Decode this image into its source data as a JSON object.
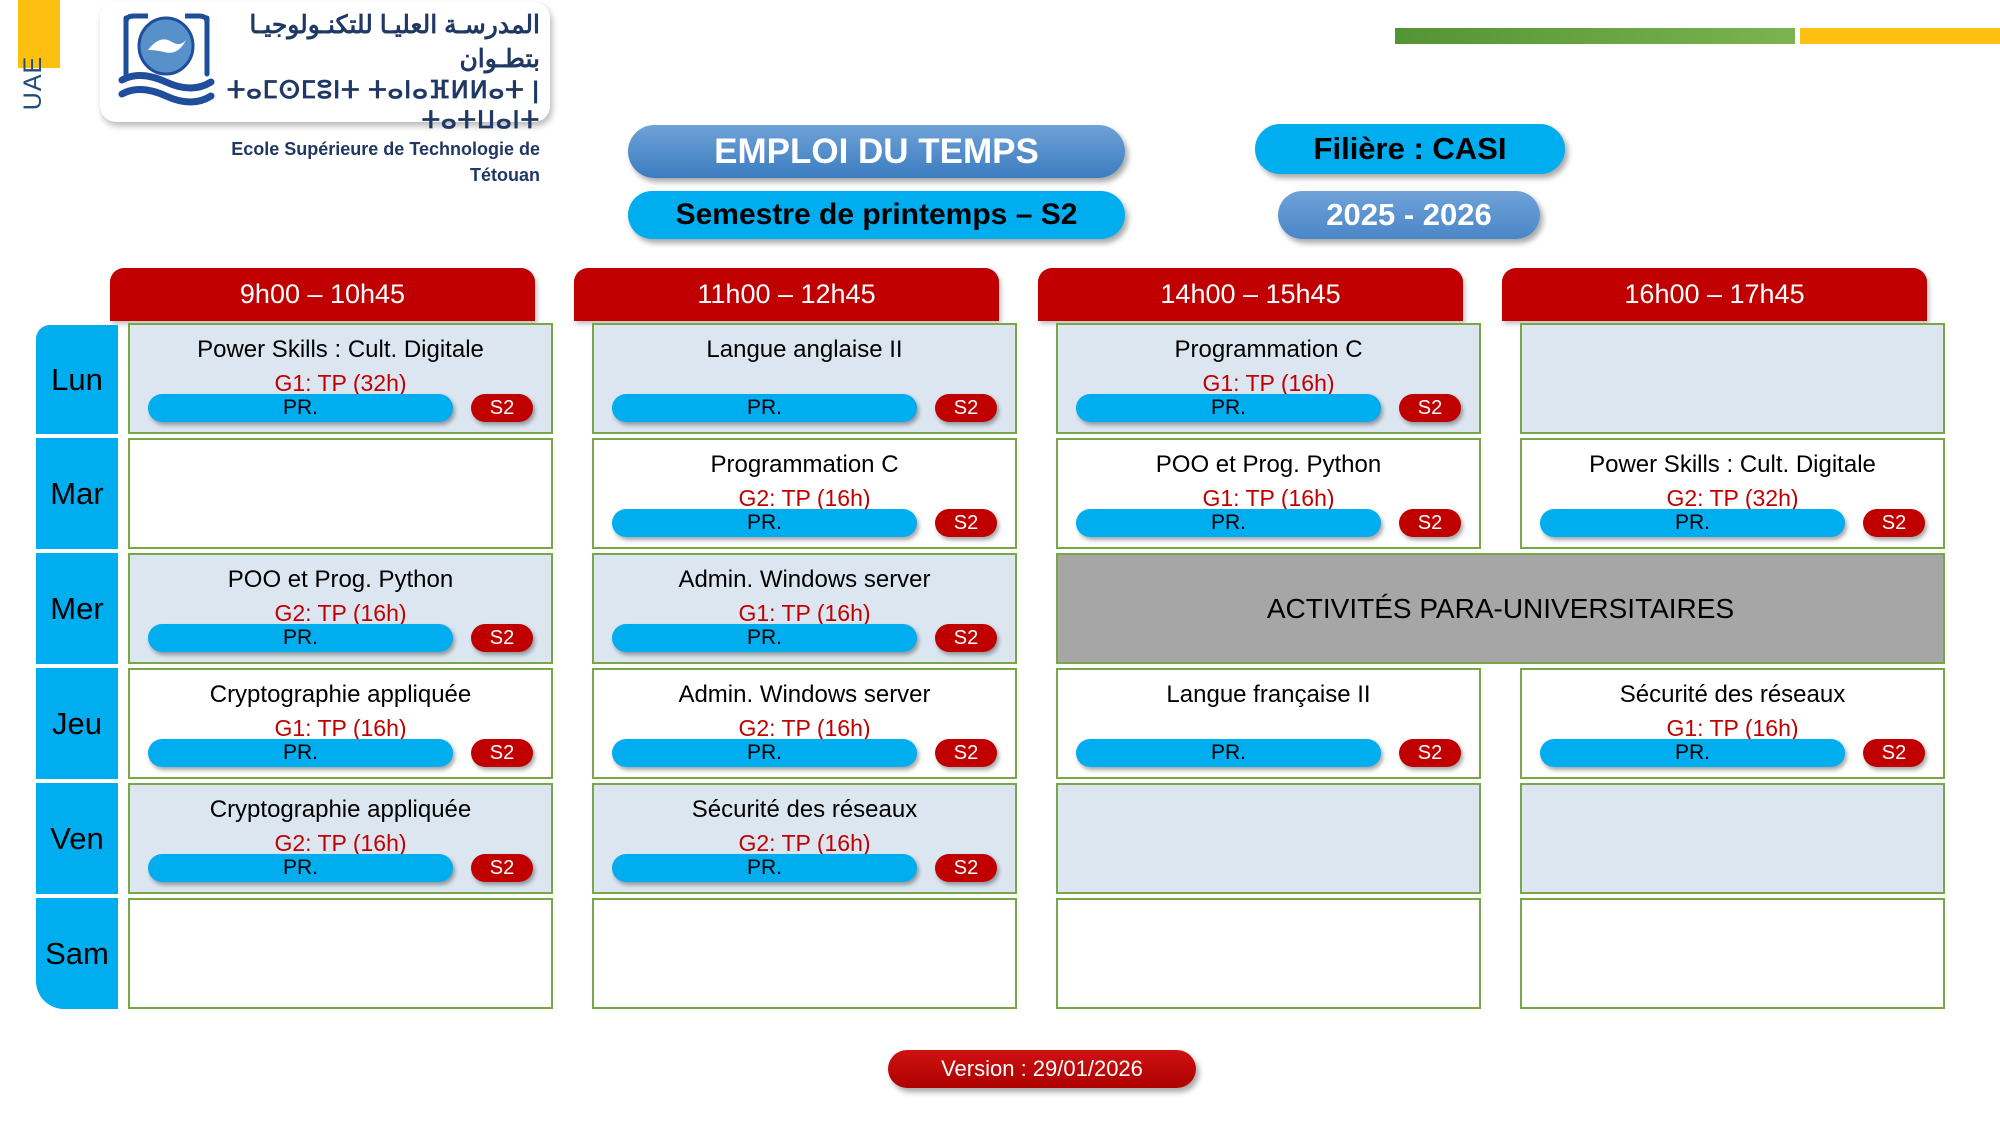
{
  "brand": {
    "side_tab_label": "UAE",
    "logo_arabic": "المدرسـة العليـا للتكنـولوجيـا بتطـوان",
    "logo_tifinagh": "ⵜⴰⵎⵙⵎⵓⵏⵜ ⵜⴰⵏⴰⴼⵍⵍⴰⵜ | ⵜⴰⵜⵡⴰⵏⵜ",
    "logo_french": "Ecole Supérieure de Technologie de Tétouan",
    "accent_green": "#6aa84f",
    "accent_yellow": "#fdc010",
    "accent_blue": "#00adef",
    "accent_red": "#c00000"
  },
  "header": {
    "title": "EMPLOI DU TEMPS",
    "semester": "Semestre de printemps – S2",
    "filiere": "Filière : CASI",
    "year": "2025 - 2026"
  },
  "timetable": {
    "slots": [
      "9h00 – 10h45",
      "11h00 – 12h45",
      "14h00 – 15h45",
      "16h00 – 17h45"
    ],
    "days": [
      "Lun",
      "Mar",
      "Mer",
      "Jeu",
      "Ven",
      "Sam"
    ],
    "rows": [
      {
        "day": "Lun",
        "cells": [
          {
            "title": "Power Skills : Cult. Digitale",
            "group": "G1: TP (32h)",
            "prof": "PR.",
            "semester": "S2"
          },
          {
            "title": "Langue anglaise II",
            "group": "",
            "prof": "PR.",
            "semester": "S2"
          },
          {
            "title": "Programmation C",
            "group": "G1: TP (16h)",
            "prof": "PR.",
            "semester": "S2"
          },
          {
            "title": "",
            "group": "",
            "prof": "",
            "semester": ""
          }
        ]
      },
      {
        "day": "Mar",
        "cells": [
          {
            "title": "",
            "group": "",
            "prof": "",
            "semester": ""
          },
          {
            "title": "Programmation C",
            "group": "G2: TP (16h)",
            "prof": "PR.",
            "semester": "S2"
          },
          {
            "title": "POO et Prog. Python",
            "group": "G1: TP (16h)",
            "prof": "PR.",
            "semester": "S2"
          },
          {
            "title": "Power Skills : Cult. Digitale",
            "group": "G2: TP (32h)",
            "prof": "PR.",
            "semester": "S2"
          }
        ]
      },
      {
        "day": "Mer",
        "cells": [
          {
            "title": "POO et Prog. Python",
            "group": "G2: TP (16h)",
            "prof": "PR.",
            "semester": "S2"
          },
          {
            "title": "Admin. Windows server",
            "group": "G1: TP (16h)",
            "prof": "PR.",
            "semester": "S2"
          },
          {
            "title": "ACTIVITÉS PARA-UNIVERSITAIRES",
            "group": "",
            "prof": "",
            "semester": "",
            "merged": true
          }
        ]
      },
      {
        "day": "Jeu",
        "cells": [
          {
            "title": "Cryptographie appliquée",
            "group": "G1: TP (16h)",
            "prof": "PR.",
            "semester": "S2"
          },
          {
            "title": "Admin. Windows server",
            "group": "G2: TP (16h)",
            "prof": "PR.",
            "semester": "S2"
          },
          {
            "title": "Langue française II",
            "group": "",
            "prof": "PR.",
            "semester": "S2"
          },
          {
            "title": "Sécurité des réseaux",
            "group": "G1: TP (16h)",
            "prof": "PR.",
            "semester": "S2"
          }
        ]
      },
      {
        "day": "Ven",
        "cells": [
          {
            "title": "Cryptographie appliquée",
            "group": "G2: TP (16h)",
            "prof": "PR.",
            "semester": "S2"
          },
          {
            "title": "Sécurité des réseaux",
            "group": "G2: TP (16h)",
            "prof": "PR.",
            "semester": "S2"
          },
          {
            "title": "",
            "group": "",
            "prof": "",
            "semester": ""
          },
          {
            "title": "",
            "group": "",
            "prof": "",
            "semester": ""
          }
        ]
      },
      {
        "day": "Sam",
        "cells": [
          {
            "title": "",
            "group": "",
            "prof": "",
            "semester": ""
          },
          {
            "title": "",
            "group": "",
            "prof": "",
            "semester": ""
          },
          {
            "title": "",
            "group": "",
            "prof": "",
            "semester": ""
          },
          {
            "title": "",
            "group": "",
            "prof": "",
            "semester": ""
          }
        ]
      }
    ]
  },
  "footer": {
    "version": "Version : 29/01/2026"
  }
}
